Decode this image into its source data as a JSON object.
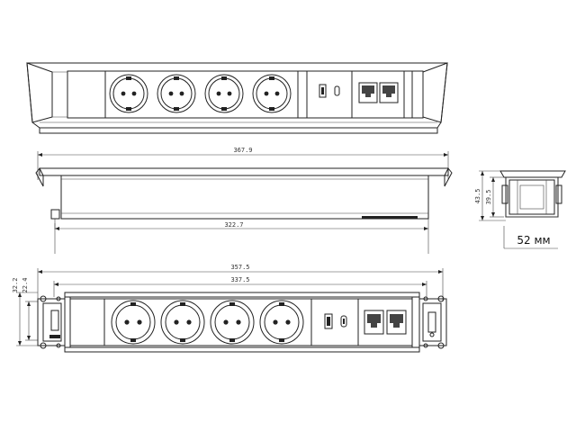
{
  "dimensions": {
    "overall_length_side": "367.9",
    "inner_length_side": "322.7",
    "height_end": "43.5",
    "height_end_inner": "39.5",
    "width_label": "52 мм",
    "bottom_length_outer": "357.5",
    "bottom_length_inner": "337.5",
    "bottom_height_outer": "32.2",
    "bottom_height_inner": "22.4"
  },
  "views": [
    {
      "name": "top-perspective-view"
    },
    {
      "name": "side-view"
    },
    {
      "name": "end-view"
    },
    {
      "name": "front-view"
    }
  ],
  "modules": {
    "sockets": 4,
    "usb": [
      "USB-A",
      "USB-C"
    ],
    "rj45": 2
  }
}
